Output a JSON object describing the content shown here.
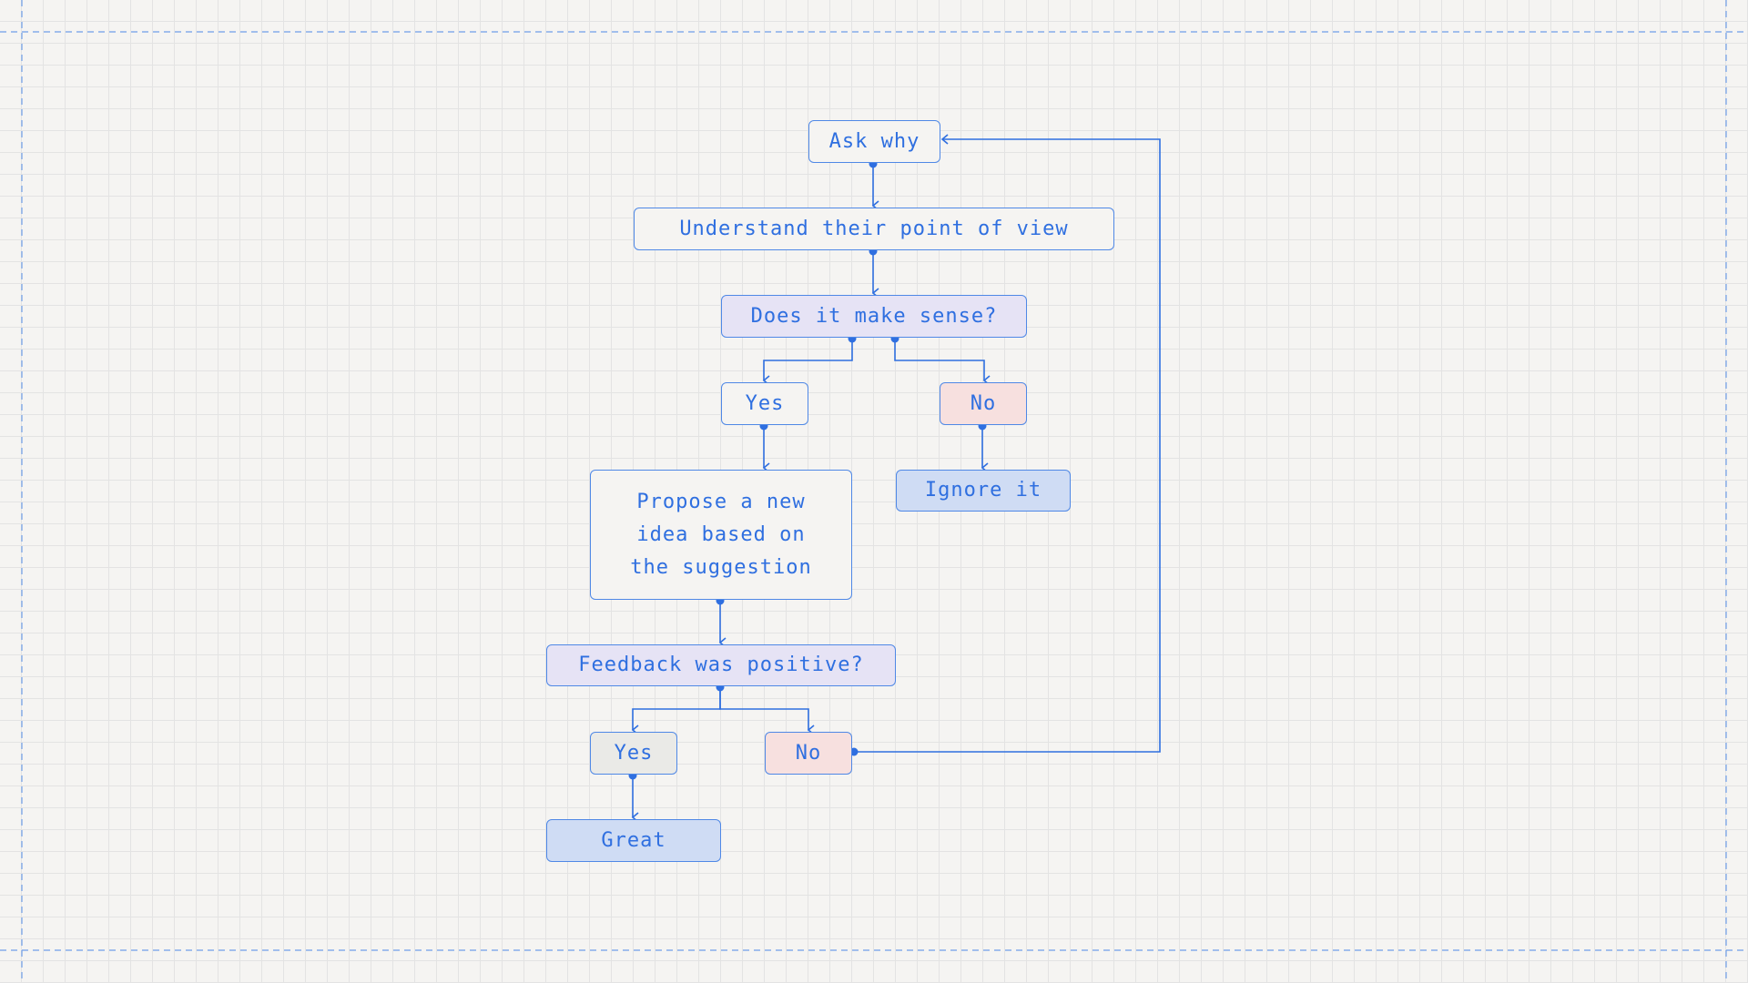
{
  "nodes": {
    "ask_why": "Ask why",
    "understand": "Understand their point of view",
    "does_it_make_sense": "Does it make sense?",
    "yes_1": "Yes",
    "no_1": "No",
    "ignore_it": "Ignore it",
    "propose": "Propose a new\nidea based on\nthe suggestion",
    "feedback": "Feedback was positive?",
    "yes_2": "Yes",
    "no_2": "No",
    "great": "Great"
  },
  "colors": {
    "accent": "#2f6fe0",
    "stroke": "#4f88e6",
    "question_fill": "#e6e3f5",
    "no_fill": "#f7e0df",
    "result_fill": "#cfdcf4",
    "background": "#f5f4f2"
  }
}
